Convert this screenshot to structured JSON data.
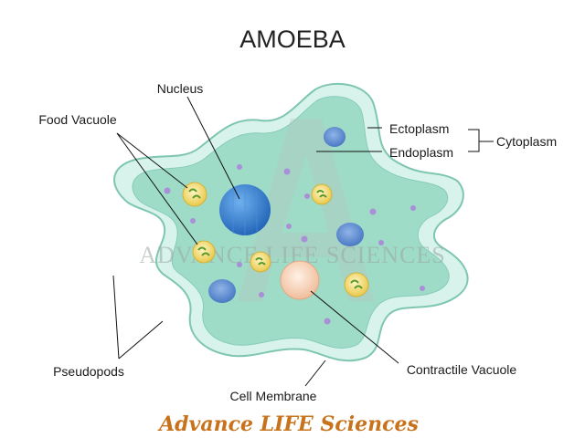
{
  "title": "AMOEBA",
  "labels": {
    "nucleus": "Nucleus",
    "food_vacuole": "Food Vacuole",
    "ectoplasm": "Ectoplasm",
    "endoplasm": "Endoplasm",
    "cytoplasm": "Cytoplasm",
    "pseudopods": "Pseudopods",
    "cell_membrane": "Cell Membrane",
    "contractile_vacuole": "Contractile Vacuole"
  },
  "watermark": "ADVANCE LIFE SCIENCES",
  "brand": "Advance LIFE Sciences",
  "colors": {
    "ectoplasm": "#d8f3ec",
    "endoplasm": "#9fdcc8",
    "membrane": "#7fc6b1",
    "nucleus": "#2f7fd2",
    "food_vacuole": "#f2dc6a",
    "contractile_vacuole": "#f7d4c0",
    "granule": "#a98fd8",
    "brand": "#c8731c"
  }
}
